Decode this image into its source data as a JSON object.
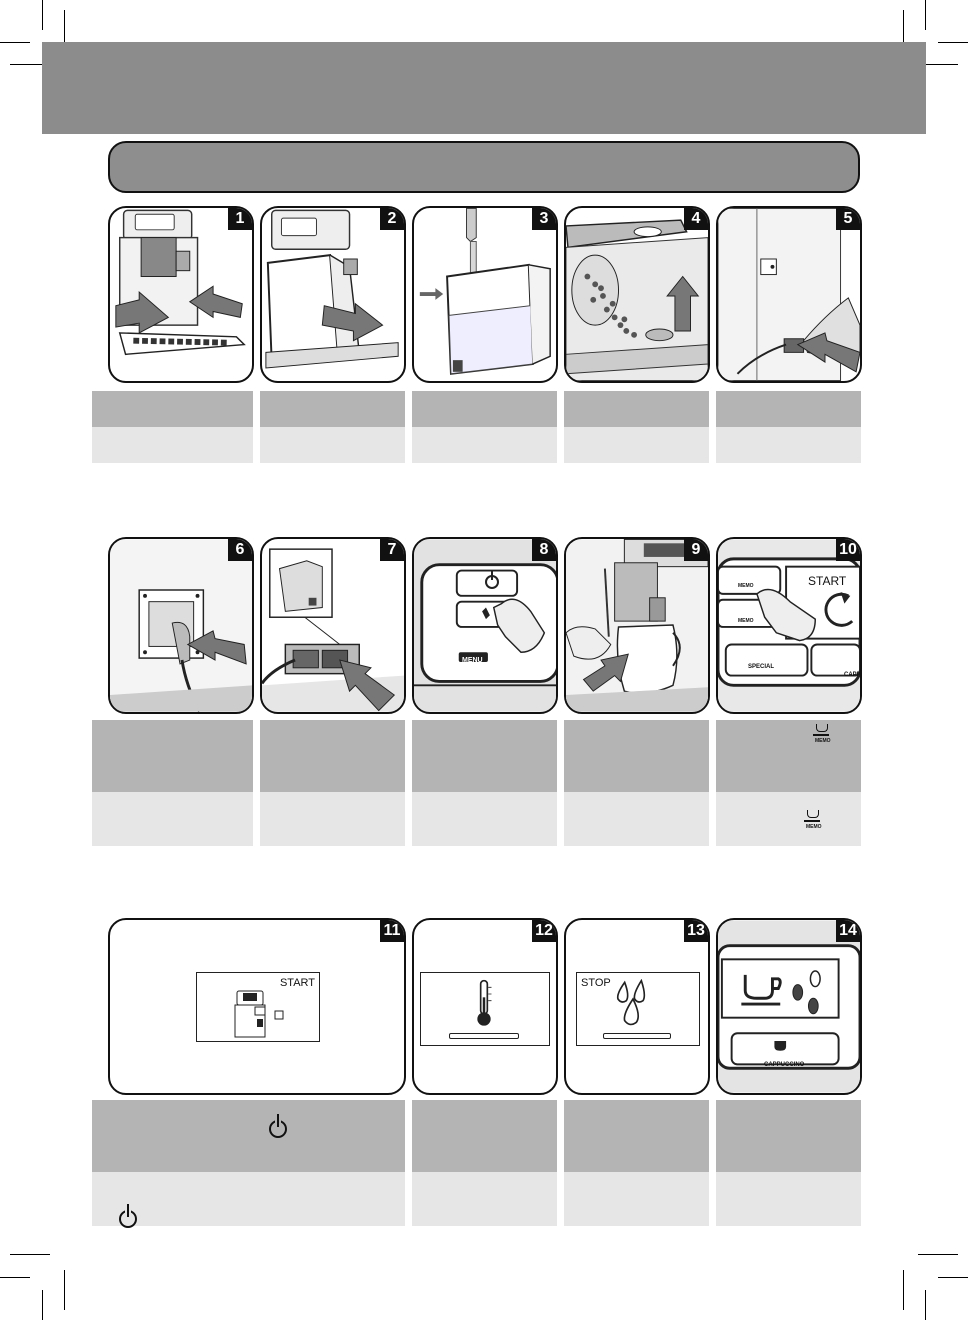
{
  "steps": [
    {
      "n": "1"
    },
    {
      "n": "2"
    },
    {
      "n": "3"
    },
    {
      "n": "4"
    },
    {
      "n": "5"
    },
    {
      "n": "6"
    },
    {
      "n": "7"
    },
    {
      "n": "8"
    },
    {
      "n": "9"
    },
    {
      "n": "10"
    },
    {
      "n": "11"
    },
    {
      "n": "12"
    },
    {
      "n": "13"
    },
    {
      "n": "14"
    }
  ],
  "display": {
    "start": "START",
    "stop": "STOP"
  },
  "buttons": {
    "menu": "MENU",
    "memo": "MEMO",
    "special": "SPECIAL",
    "cappuccino": "CAPPUCCINO",
    "cappuccino_cut": "CAPP"
  },
  "icons": {
    "power": "power-icon",
    "memo_cup": "memo-cup-icon"
  }
}
